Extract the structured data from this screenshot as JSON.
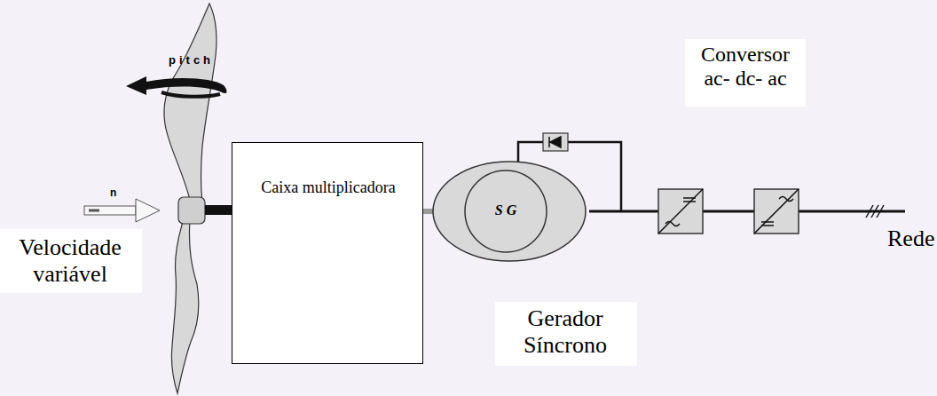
{
  "diagram": {
    "nodes": [
      {
        "text": [
          "Caixa multiplicadora"
        ]
      },
      {
        "text": [
          "S G",
          "Gerador Síncrono"
        ]
      }
    ],
    "edges": [
      {
        "from": 0,
        "to": 1,
        "arrow": "none"
      }
    ],
    "labels": [
      "pitch",
      "n",
      "Velocidade variável",
      "Conversor ac- dc- ac",
      "Rede"
    ]
  }
}
